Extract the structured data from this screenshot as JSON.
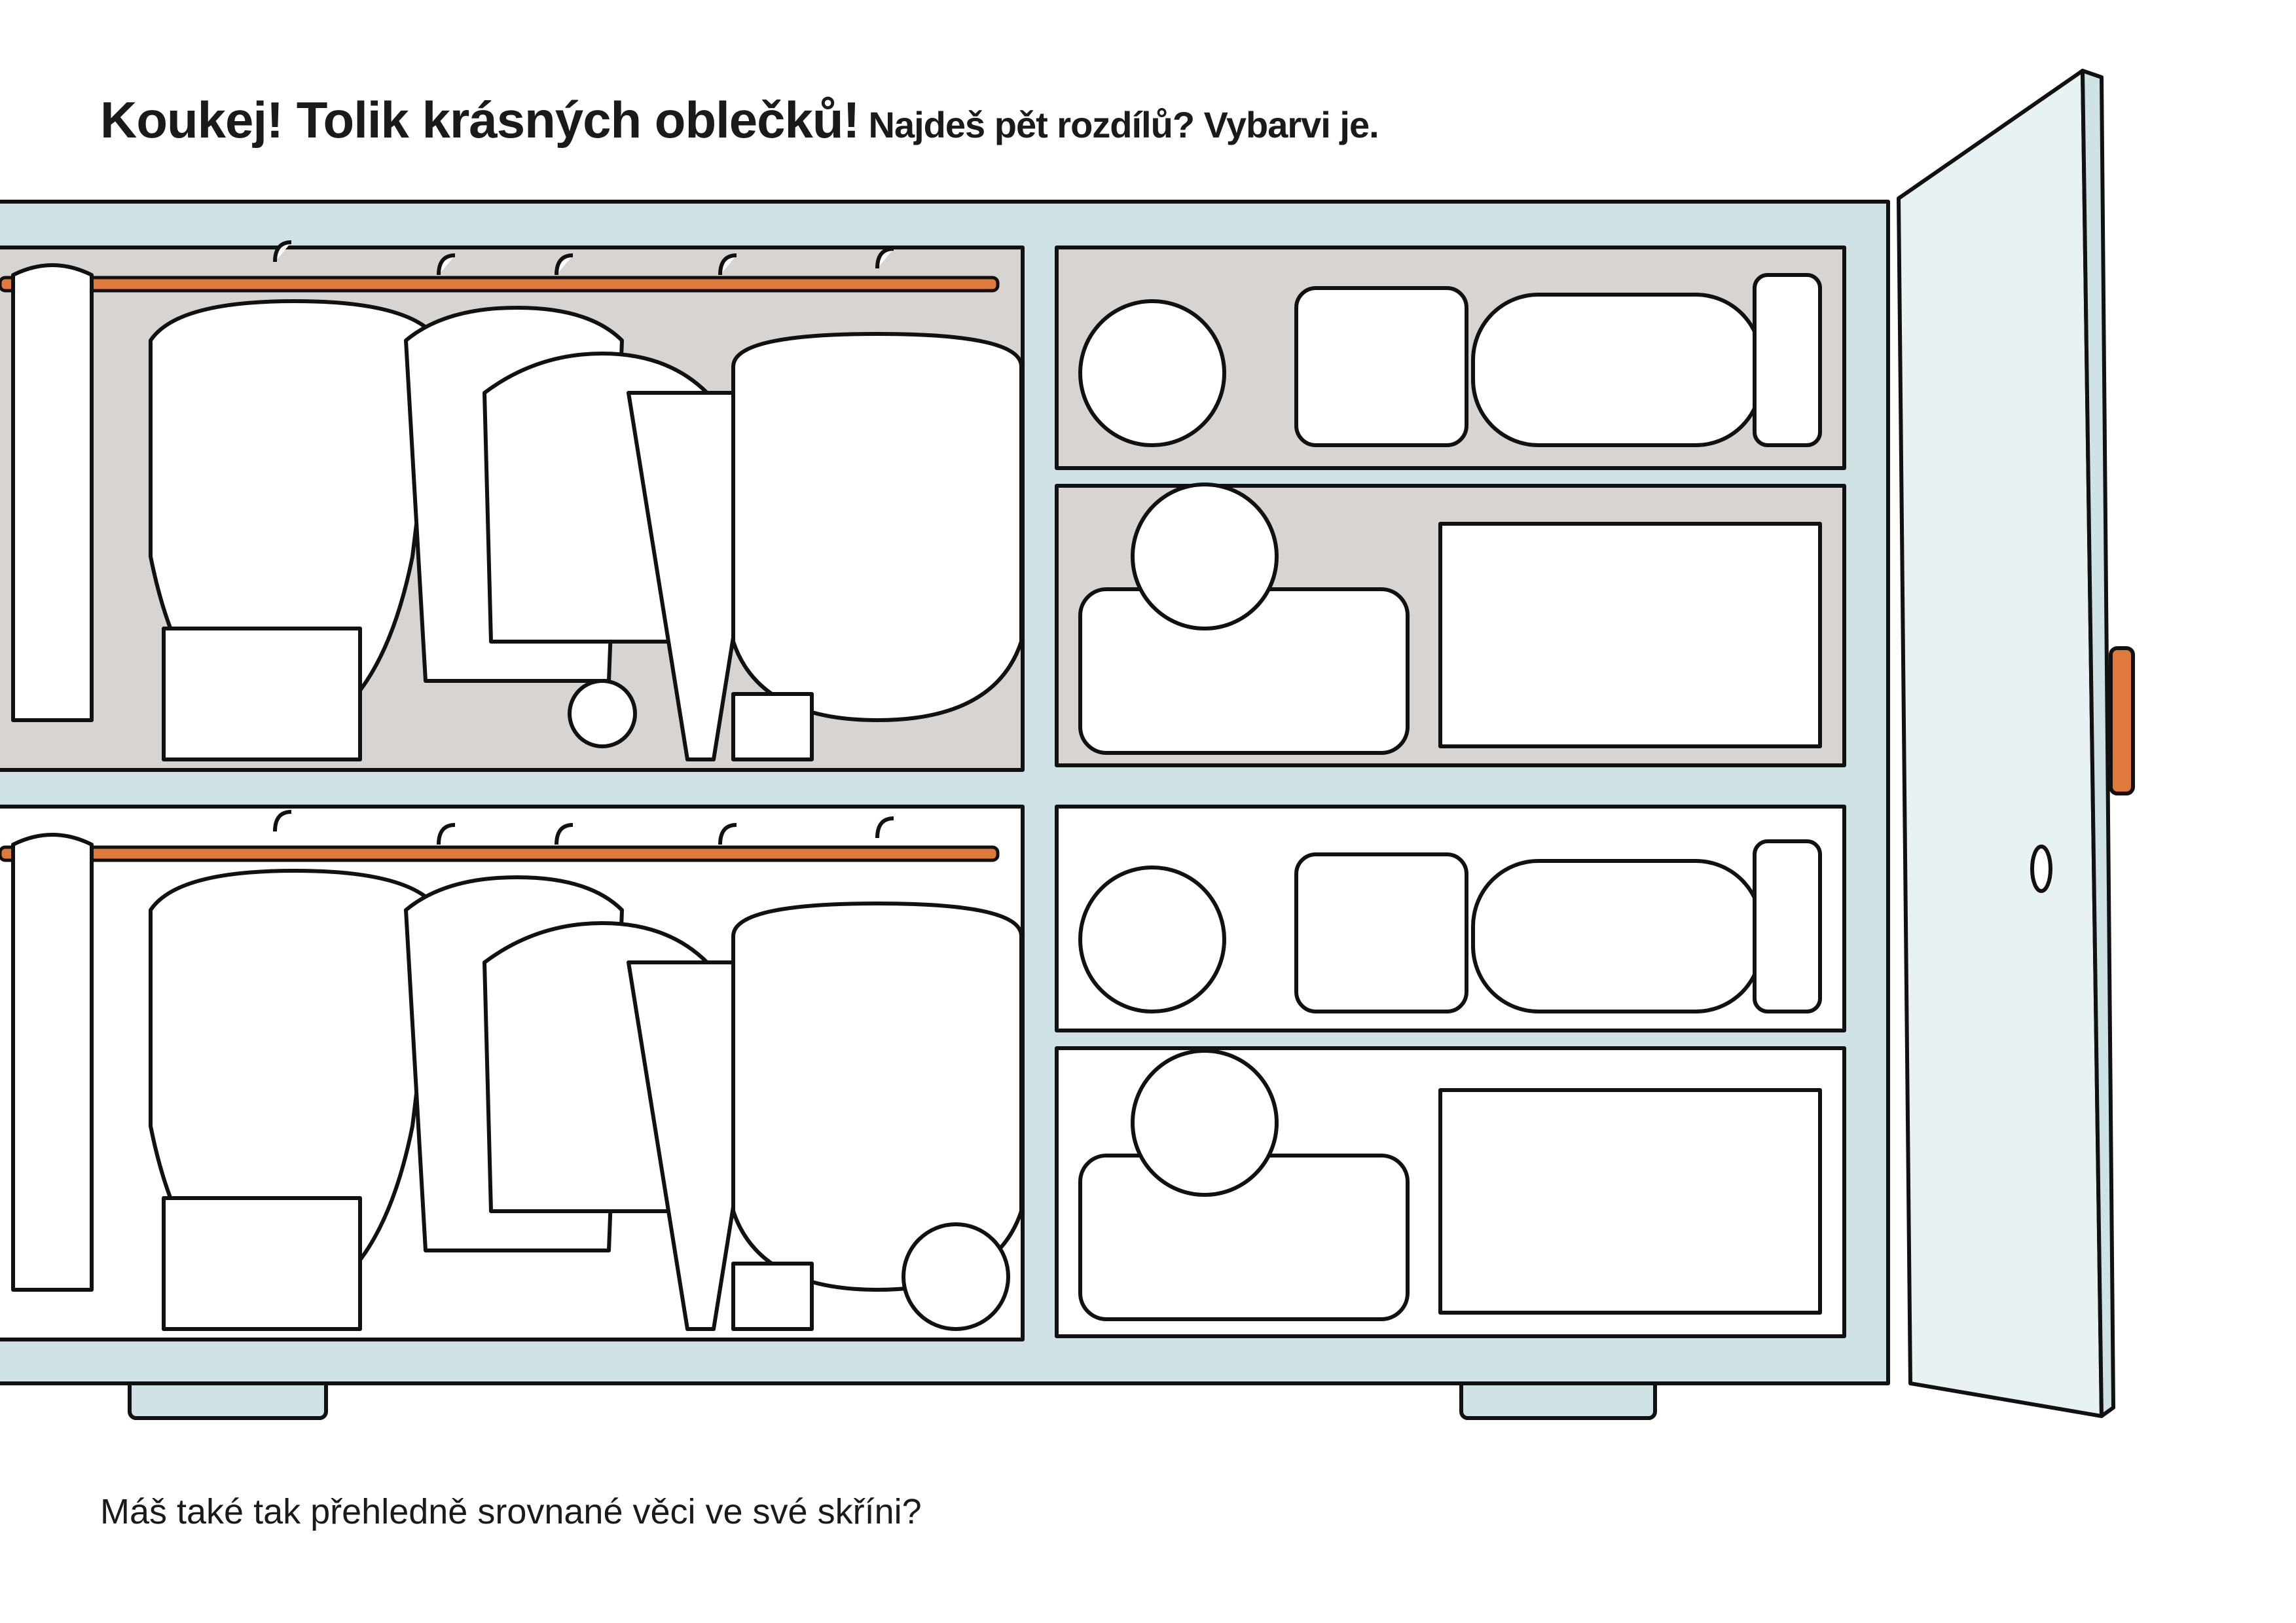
{
  "title": {
    "heading": "Koukej! Tolik krásných oblečků!",
    "instruction": "Najdeš pět rozdílů? Vybarvi je."
  },
  "footer": {
    "question": "Máš také tak přehledně srovnané věci ve své skříni?"
  },
  "colors": {
    "cabinet": "#cfe3e6",
    "shelf_back": "#d8d4d1",
    "rod": "#e07a3c",
    "outline": "#111111"
  }
}
